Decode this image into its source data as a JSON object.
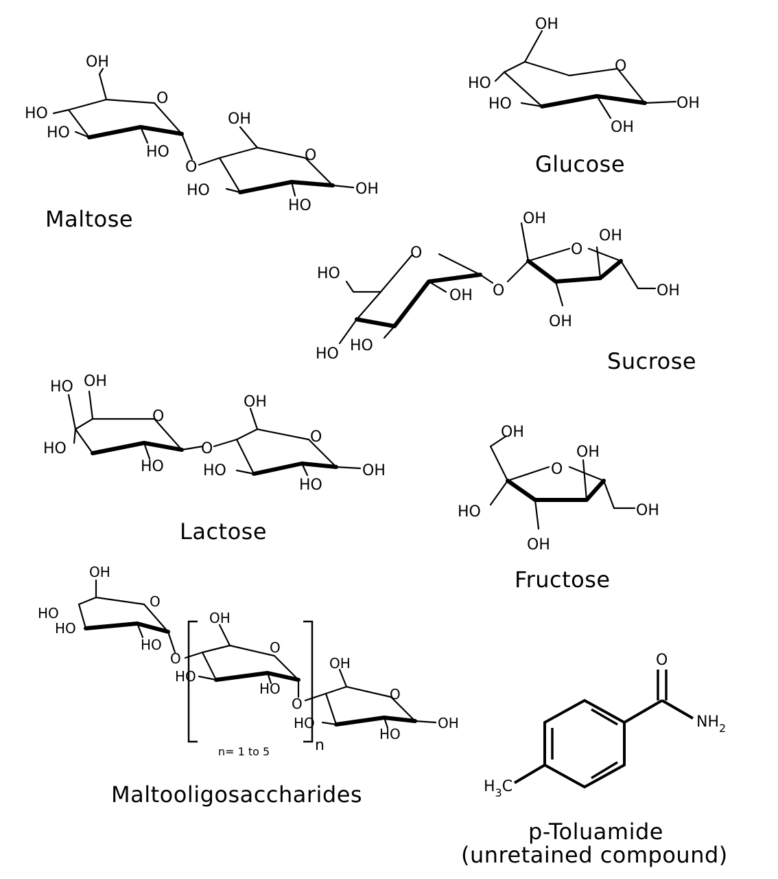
{
  "compounds": {
    "maltose": {
      "name": "Maltose"
    },
    "glucose": {
      "name": "Glucose"
    },
    "sucrose": {
      "name": "Sucrose"
    },
    "lactose": {
      "name": "Lactose"
    },
    "fructose": {
      "name": "Fructose"
    },
    "maltooligosaccharides": {
      "name": "Maltooligosaccharides",
      "repeat_note": "n= 1 to 5",
      "repeat_index": "n"
    },
    "toluamide": {
      "name": "p-Toluamide",
      "note": "(unretained compound)"
    }
  },
  "atoms": {
    "OH": "OH",
    "HO": "HO",
    "O": "O",
    "NH2": "NH",
    "NH2_sub": "2",
    "H3C_H": "H",
    "H3C_sub": "3",
    "H3C_C": "C"
  }
}
